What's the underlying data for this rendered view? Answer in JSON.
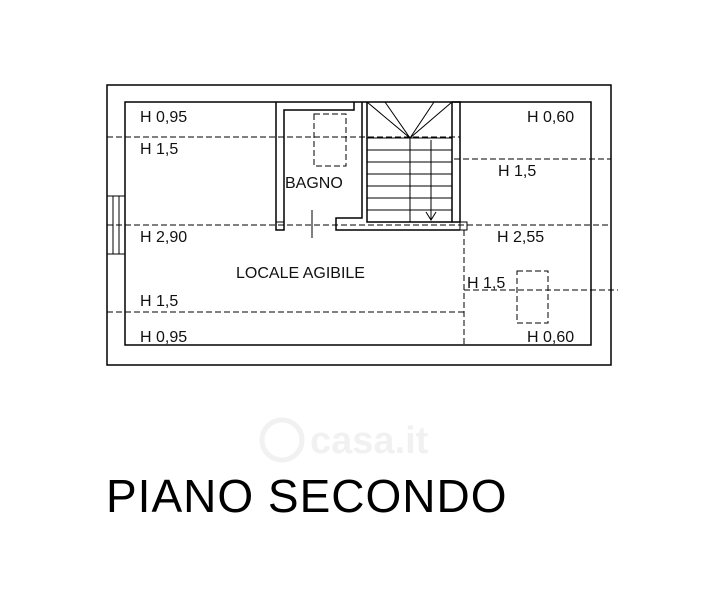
{
  "plan": {
    "title": "PIANO SECONDO",
    "rooms": {
      "bathroom": "BAGNO",
      "main": "LOCALE AGIBILE"
    },
    "heights": {
      "top_left": "H 0,95",
      "upper_left": "H 1,5",
      "mid_left": "H 2,90",
      "lower_left": "H 1,5",
      "bottom_left": "H 0,95",
      "top_right": "H 0,60",
      "upper_right": "H 1,5",
      "mid_right": "H 2,55",
      "lower_right": "H 1,5",
      "bottom_right": "H 0,60"
    },
    "watermark": "casa.it"
  }
}
